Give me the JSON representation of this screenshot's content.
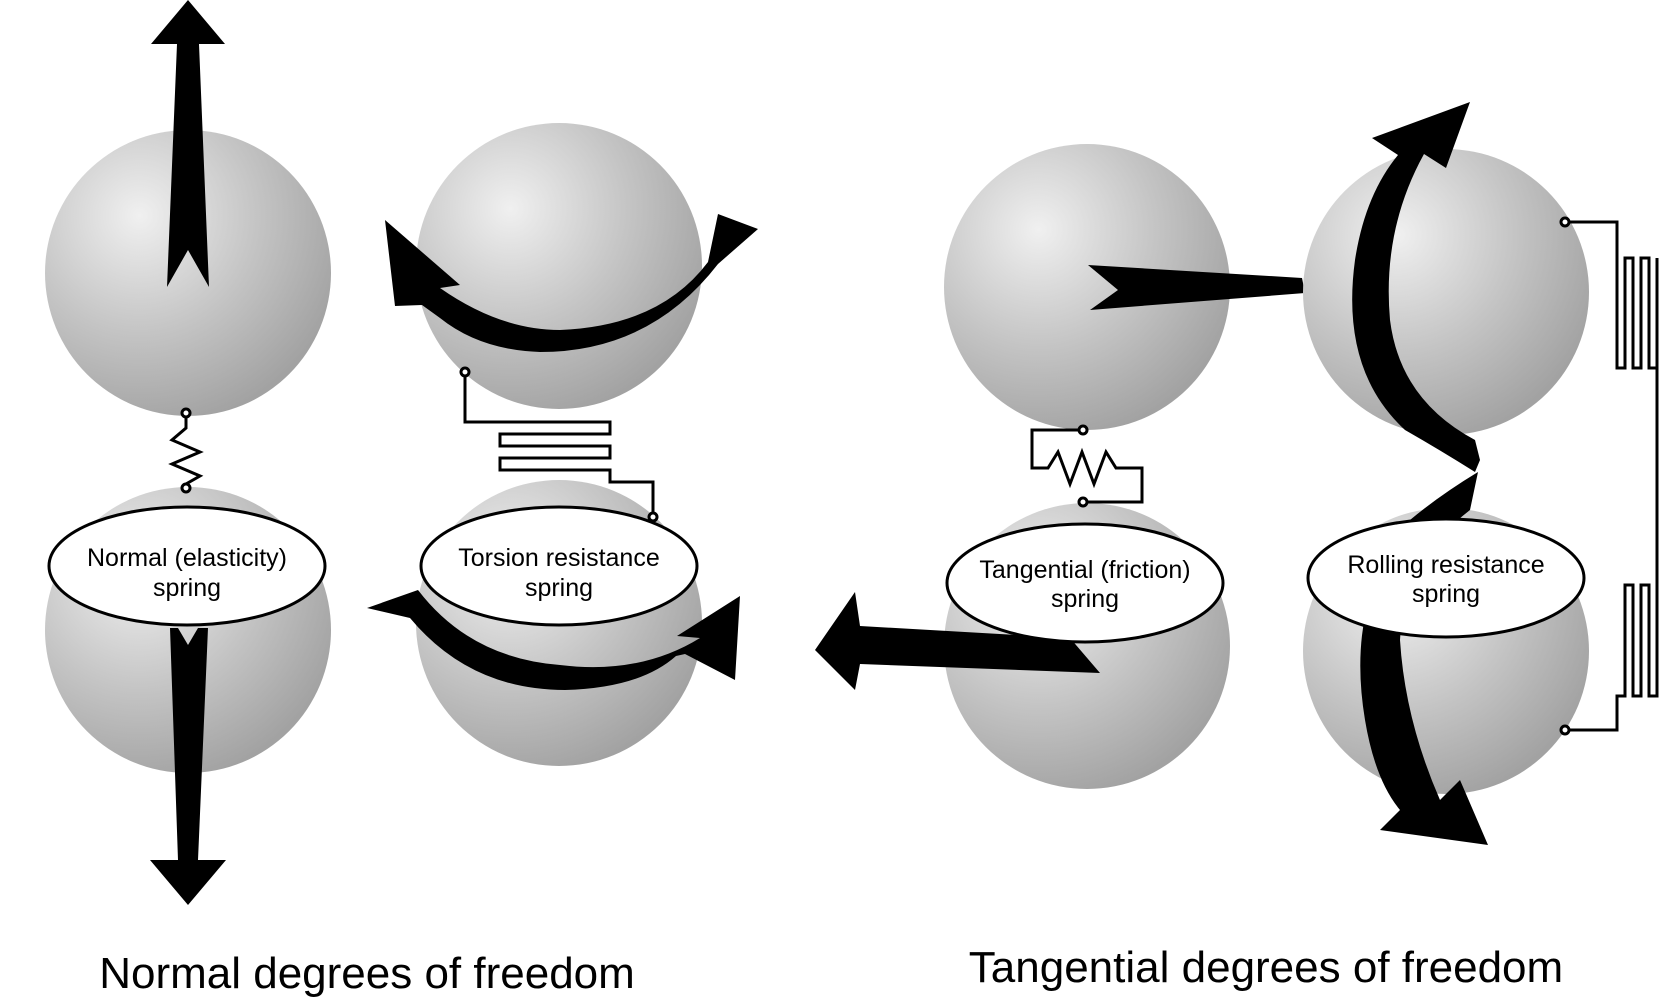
{
  "springs": [
    {
      "id": "normal",
      "line1": "Normal (elasticity)",
      "line2": "spring"
    },
    {
      "id": "torsion",
      "line1": "Torsion resistance",
      "line2": "spring"
    },
    {
      "id": "tangential",
      "line1": "Tangential (friction)",
      "line2": "spring"
    },
    {
      "id": "rolling",
      "line1": "Rolling resistance",
      "line2": "spring"
    }
  ],
  "captions": {
    "normal": "Normal degrees of freedom",
    "tangential": "Tangential degrees of freedom"
  },
  "colors": {
    "sphere_light": "#f0f0f0",
    "sphere_dark": "#a6a6a6",
    "arrow": "#000000",
    "label_fill": "#ffffff"
  }
}
